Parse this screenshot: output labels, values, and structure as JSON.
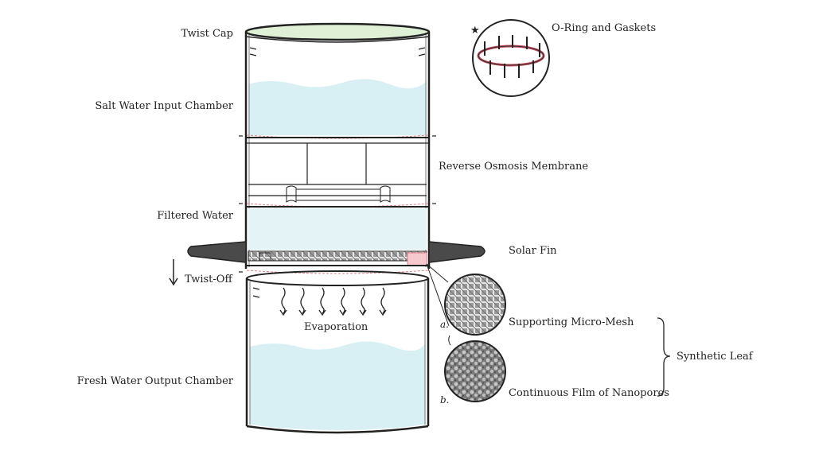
{
  "labels": {
    "twist_cap": "Twist Cap",
    "salt_water_input_chamber": "Salt Water Input Chamber",
    "filtered_water": "Filtered Water",
    "twist_off": "Twist-Off",
    "evaporation": "Evaporation",
    "fresh_water_output_chamber": "Fresh Water Output Chamber",
    "o_ring_and_gaskets": "O-Ring and Gaskets",
    "reverse_osmosis_membrane": "Reverse Osmosis Membrane",
    "solar_fin": "Solar Fin",
    "supporting_micro_mesh": "Supporting Micro-Mesh",
    "continuous_film_of_nanopores": "Continuous Film of Nanopores",
    "synthetic_leaf": "Synthetic Leaf"
  },
  "markers": {
    "a": "a.",
    "b": "b."
  },
  "colors": {
    "cap": "#dff0d6",
    "water": "#d8f0f4",
    "fin": "#4a4a4a",
    "gasket": "#e77f8a",
    "outline": "#222222"
  }
}
